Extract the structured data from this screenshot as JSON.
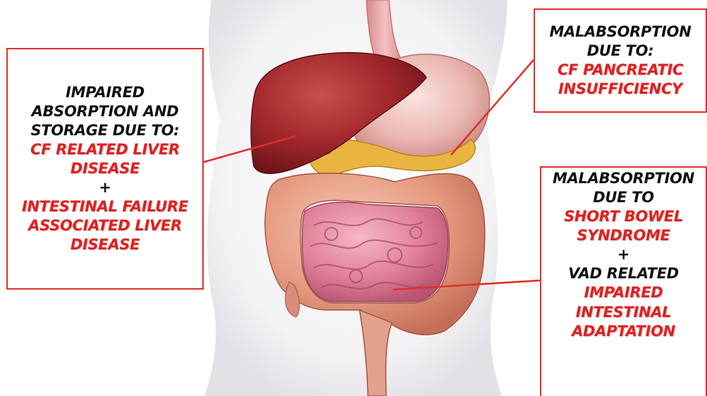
{
  "colors": {
    "accent": "#e02020",
    "border": "#e0302b",
    "text": "#111111"
  },
  "callouts": {
    "left": {
      "lines": [
        {
          "text": "IMPAIRED",
          "style": "black"
        },
        {
          "text": "ABSORPTION AND",
          "style": "black"
        },
        {
          "text": "STORAGE DUE TO:",
          "style": "black"
        },
        {
          "text": "CF RELATED LIVER",
          "style": "red"
        },
        {
          "text": "DISEASE",
          "style": "red"
        },
        {
          "text": "+",
          "style": "black"
        },
        {
          "text": "INTESTINAL FAILURE",
          "style": "red"
        },
        {
          "text": "ASSOCIATED LIVER",
          "style": "red"
        },
        {
          "text": "DISEASE",
          "style": "red"
        }
      ]
    },
    "top_right": {
      "lines": [
        {
          "text": "MALABSORPTION",
          "style": "black"
        },
        {
          "text": "DUE TO:",
          "style": "black"
        },
        {
          "text": "CF PANCREATIC",
          "style": "red"
        },
        {
          "text": "INSUFFICIENCY",
          "style": "red"
        }
      ]
    },
    "bottom_right": {
      "lines": [
        {
          "text": "MALABSORPTION",
          "style": "black"
        },
        {
          "text": "DUE TO",
          "style": "black"
        },
        {
          "text": "SHORT BOWEL",
          "style": "red"
        },
        {
          "text": "SYNDROME",
          "style": "red"
        },
        {
          "text": "+",
          "style": "black"
        },
        {
          "text": "VAD RELATED",
          "style": "black"
        },
        {
          "text": "IMPAIRED",
          "style": "red"
        },
        {
          "text": "INTESTINAL",
          "style": "red"
        },
        {
          "text": "ADAPTATION",
          "style": "red"
        }
      ]
    }
  },
  "illustration": {
    "icons": [
      "torso-silhouette-icon",
      "liver-icon",
      "stomach-icon",
      "esophagus-icon",
      "gallbladder-icon",
      "pancreas-icon",
      "small-intestine-icon",
      "large-intestine-icon",
      "rectum-icon"
    ]
  }
}
